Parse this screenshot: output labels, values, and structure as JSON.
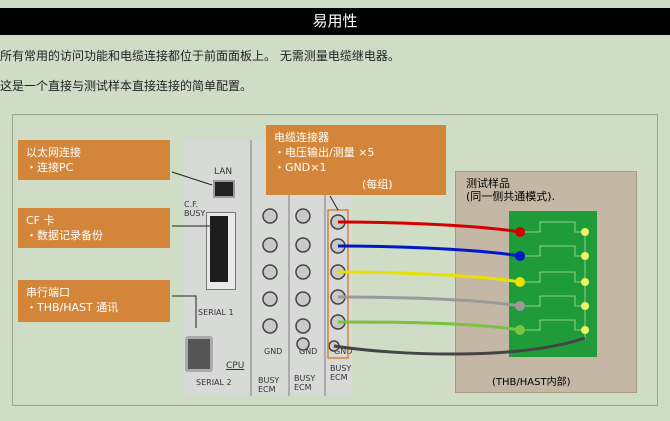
{
  "header": {
    "title": "易用性"
  },
  "intro": {
    "line1": "所有常用的访问功能和电缆连接都位于前面面板上。 无需测量电缆继电器。",
    "line2": "这是一个直接与测试样本直接连接的简单配置。"
  },
  "callouts": {
    "ethernet": {
      "title": "以太网连接",
      "detail": "・连接PC"
    },
    "cf": {
      "title": "CF 卡",
      "detail": "・数据记录备份"
    },
    "serial": {
      "title": "串行端口",
      "detail": "・THB/HAST 通讯"
    },
    "cable": {
      "title": "电缆连接器",
      "detail1": "・电压输出/测量 ×5",
      "detail2": "・GND×1",
      "detail3": "(每组)"
    }
  },
  "panel": {
    "lan": "LAN",
    "cf_busy": "C.F.\nBUSY",
    "serial1": "SERIAL 1",
    "serial2": "SERIAL 2",
    "cpu": "CPU",
    "gnd": "GND",
    "busy_ecm": "BUSY\nECM"
  },
  "sample": {
    "title": "测试样品",
    "subtitle": "(同一侧共通模式).",
    "footer": "(THB/HAST内部)"
  },
  "wire_colors": [
    "#d40000",
    "#0018c8",
    "#e8e000",
    "#9a9a9a",
    "#7cc242",
    "#444444"
  ]
}
